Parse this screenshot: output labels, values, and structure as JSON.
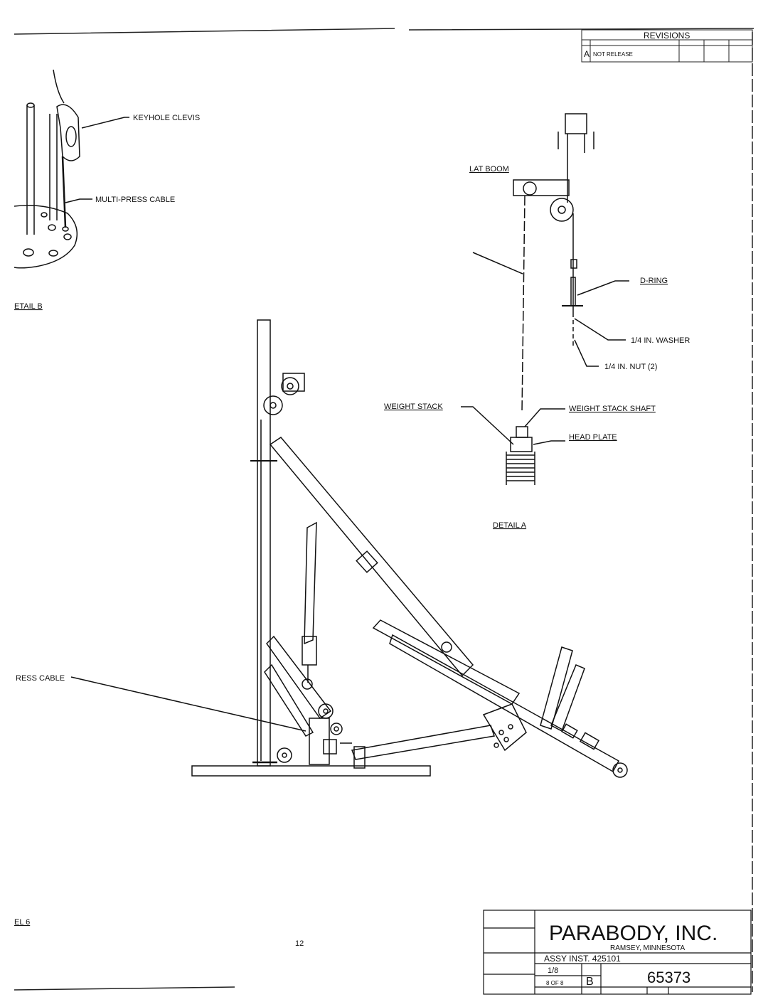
{
  "revisions": {
    "title": "REVISIONS",
    "rows": [
      {
        "rev": "A",
        "description": "NOT RELEASE"
      }
    ]
  },
  "detail_b": {
    "title": "ETAIL B",
    "callouts": {
      "keyhole_clevis": "KEYHOLE CLEVIS",
      "multi_press_cable": "MULTI-PRESS CABLE"
    }
  },
  "detail_a": {
    "title": "DETAIL A",
    "callouts": {
      "lat_boom": "LAT BOOM",
      "d_ring": "D-RING",
      "washer": "1/4 IN. WASHER",
      "nut": "1/4 IN. NUT (2)",
      "weight_stack": "WEIGHT STACK",
      "weight_stack_shaft": "WEIGHT STACK SHAFT",
      "head_plate": "HEAD PLATE"
    }
  },
  "main_view": {
    "press_cable_callout": "RESS CABLE"
  },
  "bottom_left_label": "EL 6",
  "page_number": "12",
  "title_block": {
    "company": "PARABODY, INC.",
    "location": "RAMSEY, MINNESOTA",
    "title": "ASSY INST. 425101",
    "scale": "1/8",
    "sheet": "8 OF 8",
    "size": "B",
    "drawing_number": "65373"
  }
}
